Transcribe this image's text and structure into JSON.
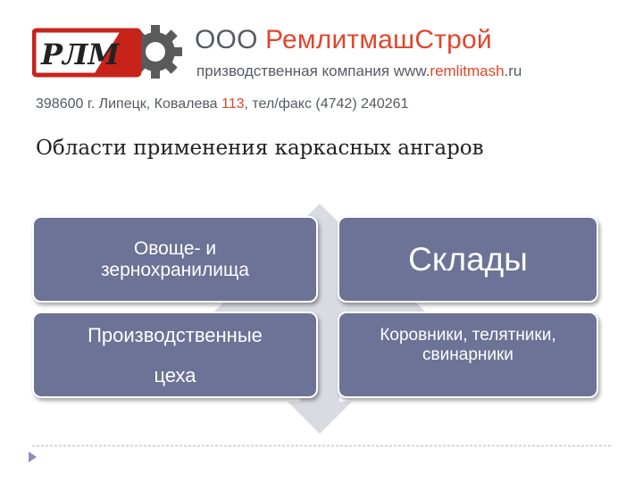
{
  "header": {
    "company_prefix": "ООО ",
    "company_brand": "РемлитмашСтрой",
    "tagline_prefix": "призводственная компания www.",
    "tagline_site": "remlitmash",
    "tagline_suffix": ".ru",
    "address_prefix": "398600 г. Липецк, Ковалева ",
    "address_house": "113",
    "address_suffix": ", тел/факс (4742) 240261",
    "logo_text": "РЛМ"
  },
  "slide": {
    "title": "Области применения каркасных ангаров"
  },
  "cards": [
    {
      "lines": [
        "Овоще- и",
        "зернохранилища"
      ]
    },
    {
      "lines": [
        "Склады"
      ]
    },
    {
      "lines": [
        "Производственные",
        "цеха"
      ]
    },
    {
      "lines": [
        "Коровники, телятники,",
        "свинарники"
      ]
    }
  ],
  "colors": {
    "card": "#6c7396",
    "accent": "#e2452c",
    "text_gray": "#555a63",
    "arrows": "#d9dbe3"
  }
}
